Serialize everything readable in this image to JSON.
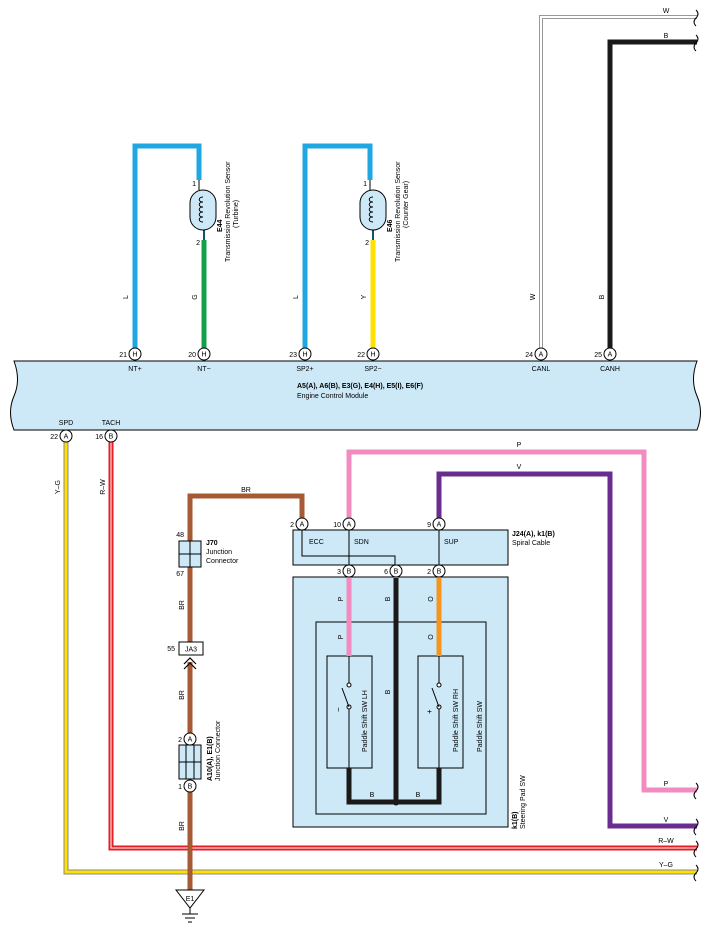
{
  "ecm": {
    "refs": "A5(A), A6(B), E3(G), E4(H), E5(I), E6(F)",
    "name": "Engine Control Module",
    "pins": {
      "nt_plus": {
        "num": "21",
        "conn": "H",
        "label": "NT+"
      },
      "nt_minus": {
        "num": "20",
        "conn": "H",
        "label": "NT−"
      },
      "sp2_plus": {
        "num": "23",
        "conn": "H",
        "label": "SP2+"
      },
      "sp2_minus": {
        "num": "22",
        "conn": "H",
        "label": "SP2−"
      },
      "canl": {
        "num": "24",
        "conn": "A",
        "label": "CANL"
      },
      "canh": {
        "num": "25",
        "conn": "A",
        "label": "CANH"
      },
      "spd": {
        "num": "22",
        "conn": "A",
        "label": "SPD"
      },
      "tach": {
        "num": "16",
        "conn": "B",
        "label": "TACH"
      }
    }
  },
  "sensors": {
    "e44": {
      "ref": "E44",
      "name": "Transmission Revolution Sensor",
      "sub": "(Turbine)",
      "pin1": "1",
      "pin2": "2"
    },
    "e46": {
      "ref": "E46",
      "name": "Transmission Revolution Sensor",
      "sub": "(Counter Gear)",
      "pin1": "1",
      "pin2": "2"
    }
  },
  "wires": {
    "l1": "L",
    "g": "G",
    "l2": "L",
    "y": "Y",
    "w": "W",
    "b": "B",
    "yg": "Y–G",
    "rw": "R–W",
    "br": "BR",
    "p": "P",
    "v": "V",
    "o": "O"
  },
  "spiral": {
    "refs": "J24(A), k1(B)",
    "name": "Spiral Cable",
    "ecc": {
      "num": "2",
      "conn": "A",
      "label": "ECC"
    },
    "sdn": {
      "num": "10",
      "conn": "A",
      "label": "SDN"
    },
    "sup": {
      "num": "9",
      "conn": "A",
      "label": "SUP"
    },
    "b3": {
      "num": "3",
      "conn": "B"
    },
    "b6": {
      "num": "6",
      "conn": "B"
    },
    "b2": {
      "num": "2",
      "conn": "B"
    }
  },
  "steering": {
    "ref": "k1(B)",
    "name": "Steering Pad SW",
    "paddle_sw": "Paddle Shift SW",
    "lh": {
      "name": "Paddle Shift SW LH",
      "sign": "−"
    },
    "rh": {
      "name": "Paddle Shift SW RH",
      "sign": "+"
    }
  },
  "j70": {
    "ref": "J70",
    "name1": "Junction",
    "name2": "Connector",
    "top": "48",
    "bottom": "67"
  },
  "ja3": {
    "label": "JA3",
    "num": "55"
  },
  "a10": {
    "ref": "A10(A), E1(B)",
    "name": "Junction Connector",
    "top_num": "2",
    "top_conn": "A",
    "bot_num": "1",
    "bot_conn": "B"
  },
  "ground": {
    "label": "E1"
  },
  "colors": {
    "L": "#1ea7e1",
    "G": "#12a04b",
    "Y": "#ffe000",
    "W": "#bbbbbb",
    "B": "#1a1a1a",
    "BR": "#a65a33",
    "P": "#f28cc0",
    "V": "#6b2c8f",
    "O": "#f7941d",
    "R": "#e41e26",
    "box_fill": "#cde9f7"
  }
}
